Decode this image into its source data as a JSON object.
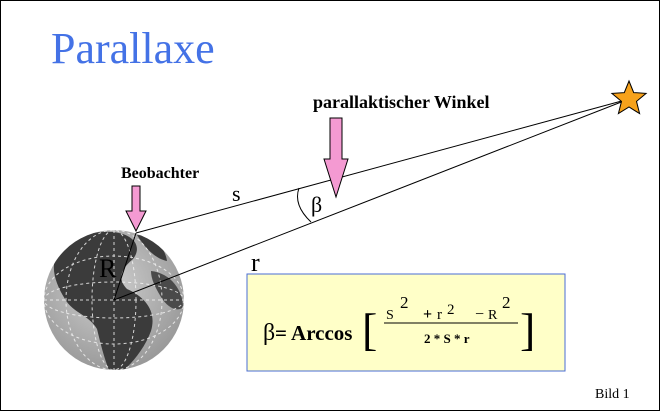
{
  "title": "Parallaxe",
  "labels": {
    "observer": "Beobachter",
    "parallax_angle": "parallaktischer Winkel",
    "distance_s": "s",
    "distance_r": "r",
    "earth_radius": "R",
    "beta": "β"
  },
  "formula": {
    "lhs": "β",
    "equals": "= Arccos",
    "bracket_open": "[",
    "bracket_close": "]",
    "numerator": {
      "s": "S",
      "s_exp": "2",
      "plus": "+",
      "r": "r",
      "r_exp": "2",
      "minus": "−",
      "R": "R",
      "R_exp": "2"
    },
    "denominator": "2 * S * r"
  },
  "caption": "Bild 1",
  "colors": {
    "title": "#4472e6",
    "arrow_fill": "#f49ad2",
    "star_fill": "#f7a21b",
    "formula_box": "#ffffc8",
    "formula_border": "#4a6cd4"
  }
}
